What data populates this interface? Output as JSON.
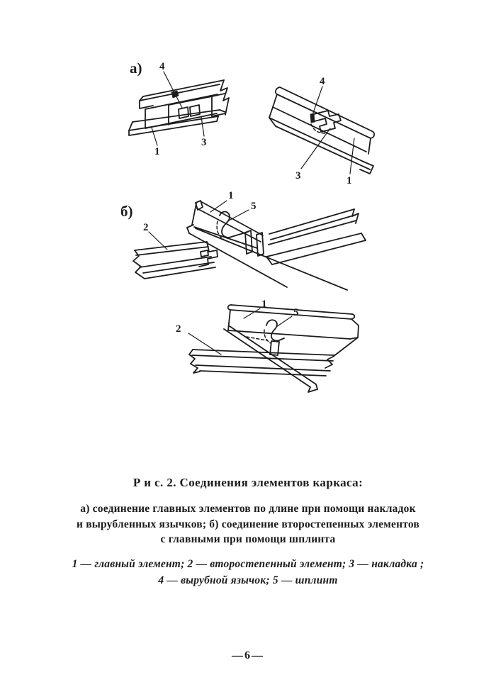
{
  "colors": {
    "ink": "#1c1c1c",
    "paper": "#ffffff"
  },
  "figure": {
    "label_a": "а)",
    "label_b": "б)",
    "drawing_a_left": {
      "callout_4": "4",
      "callout_1": "1",
      "callout_3": "3"
    },
    "drawing_a_right": {
      "callout_4": "4",
      "callout_3": "3",
      "callout_1": "1"
    },
    "drawing_b_top": {
      "callout_1": "1",
      "callout_5": "5",
      "callout_2": "2"
    },
    "drawing_b_bottom": {
      "callout_1": "1",
      "callout_5": "5",
      "callout_2": "2"
    },
    "caption": "Р и с. 2. Соединения элементов каркаса:",
    "subcaption_lines": [
      "а) соединение главных элементов по длине при помощи накладок",
      "и вырубленных язычков; б) соединение второстепенных элементов",
      "с главными при помощи шплинта"
    ],
    "legend_lines": [
      "1 — главный элемент; 2 — второстепенный элемент; 3 — накладка ;",
      "4 — вырубной язычок; 5 — шплинт"
    ]
  },
  "page": {
    "number": "—6—"
  }
}
